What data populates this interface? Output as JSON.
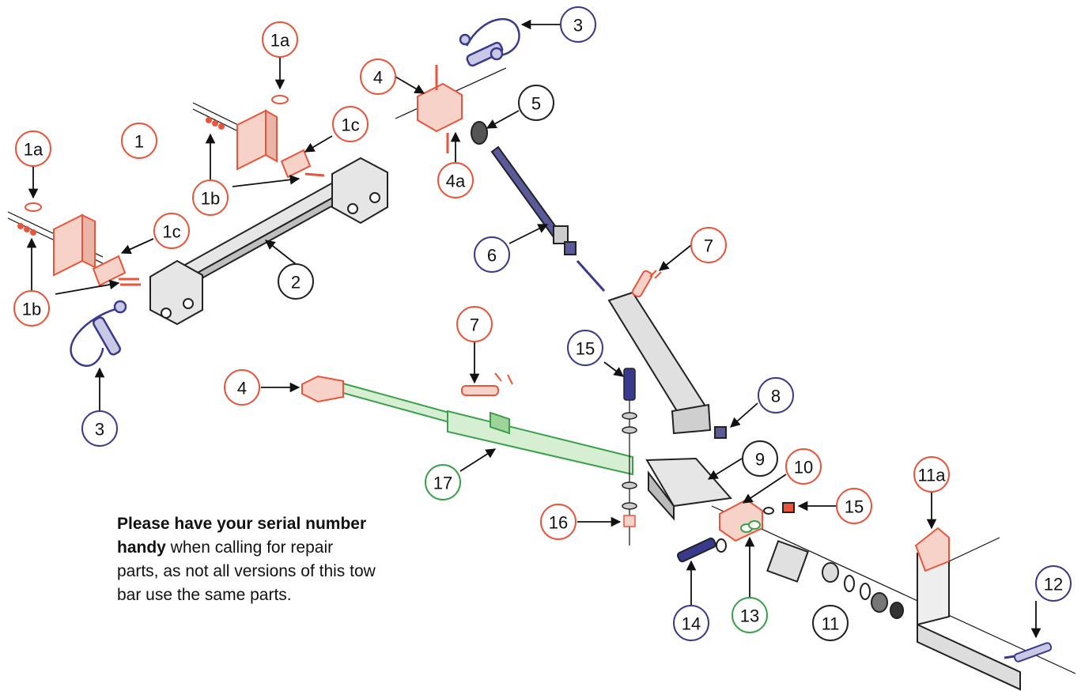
{
  "colors": {
    "red": "#e8553a",
    "blue": "#3a3a8c",
    "green": "#3aa04a",
    "black": "#222222",
    "part_gray": "#dcdcdc"
  },
  "note": {
    "bold": "Please have your serial number handy",
    "rest": " when calling for repair parts, as not all versions of this tow bar use the same parts."
  },
  "callouts": [
    {
      "label": "1a",
      "color": "red"
    },
    {
      "label": "1a",
      "color": "red"
    },
    {
      "label": "1",
      "color": "red"
    },
    {
      "label": "1c",
      "color": "red"
    },
    {
      "label": "1c",
      "color": "red"
    },
    {
      "label": "1b",
      "color": "red"
    },
    {
      "label": "1b",
      "color": "red"
    },
    {
      "label": "2",
      "color": "black"
    },
    {
      "label": "3",
      "color": "blue"
    },
    {
      "label": "3",
      "color": "blue"
    },
    {
      "label": "4",
      "color": "red"
    },
    {
      "label": "4a",
      "color": "red"
    },
    {
      "label": "5",
      "color": "black"
    },
    {
      "label": "6",
      "color": "blue"
    },
    {
      "label": "7",
      "color": "red"
    },
    {
      "label": "7",
      "color": "red"
    },
    {
      "label": "4",
      "color": "red"
    },
    {
      "label": "15",
      "color": "blue"
    },
    {
      "label": "8",
      "color": "blue"
    },
    {
      "label": "9",
      "color": "black"
    },
    {
      "label": "10",
      "color": "red"
    },
    {
      "label": "15",
      "color": "red"
    },
    {
      "label": "17",
      "color": "green"
    },
    {
      "label": "16",
      "color": "red"
    },
    {
      "label": "11a",
      "color": "red"
    },
    {
      "label": "12",
      "color": "blue"
    },
    {
      "label": "14",
      "color": "blue"
    },
    {
      "label": "13",
      "color": "green"
    },
    {
      "label": "11",
      "color": "black"
    }
  ]
}
